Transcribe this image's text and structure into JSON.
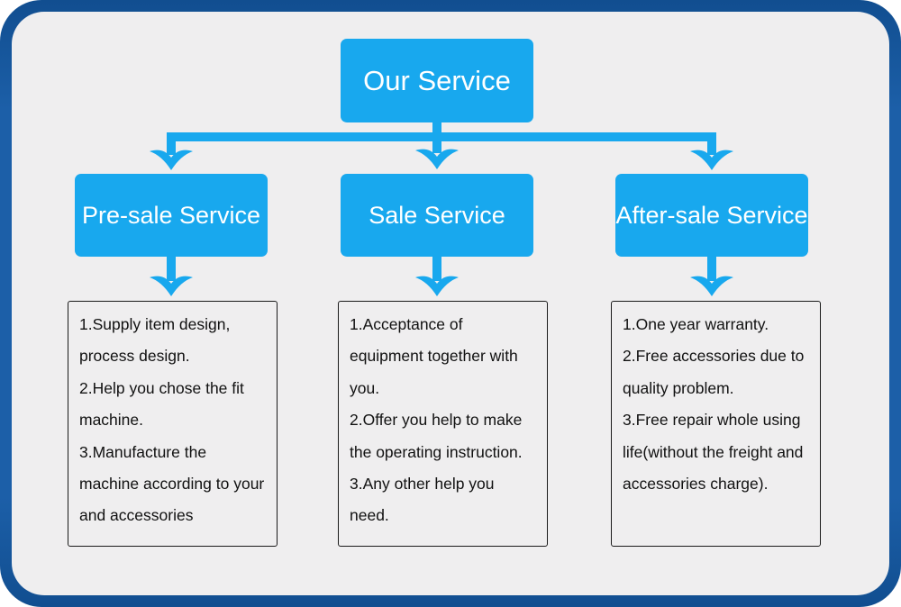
{
  "palette": {
    "accent": "#18a8ee",
    "frame": "#1c5fa8",
    "frame_dark": "#114e90",
    "panel_bg": "#efeeef",
    "text": "#111111",
    "box_text": "#ffffff"
  },
  "diagram": {
    "root": {
      "label": "Our Service"
    },
    "branches": [
      {
        "label": "Pre-sale Service",
        "items": [
          "1.Supply item design, process design.",
          "2.Help you chose the fit machine.",
          "3.Manufacture the machine according to your and accessories"
        ]
      },
      {
        "label": "Sale Service",
        "items": [
          "1.Acceptance of equipment together with you.",
          "2.Offer you help to make the operating instruction.",
          "3.Any other help you need."
        ]
      },
      {
        "label": "After-sale Service",
        "items": [
          "1.One year warranty.",
          "2.Free accessories due to quality problem.",
          "3.Free repair whole using life(without the freight and accessories charge)."
        ]
      }
    ]
  }
}
